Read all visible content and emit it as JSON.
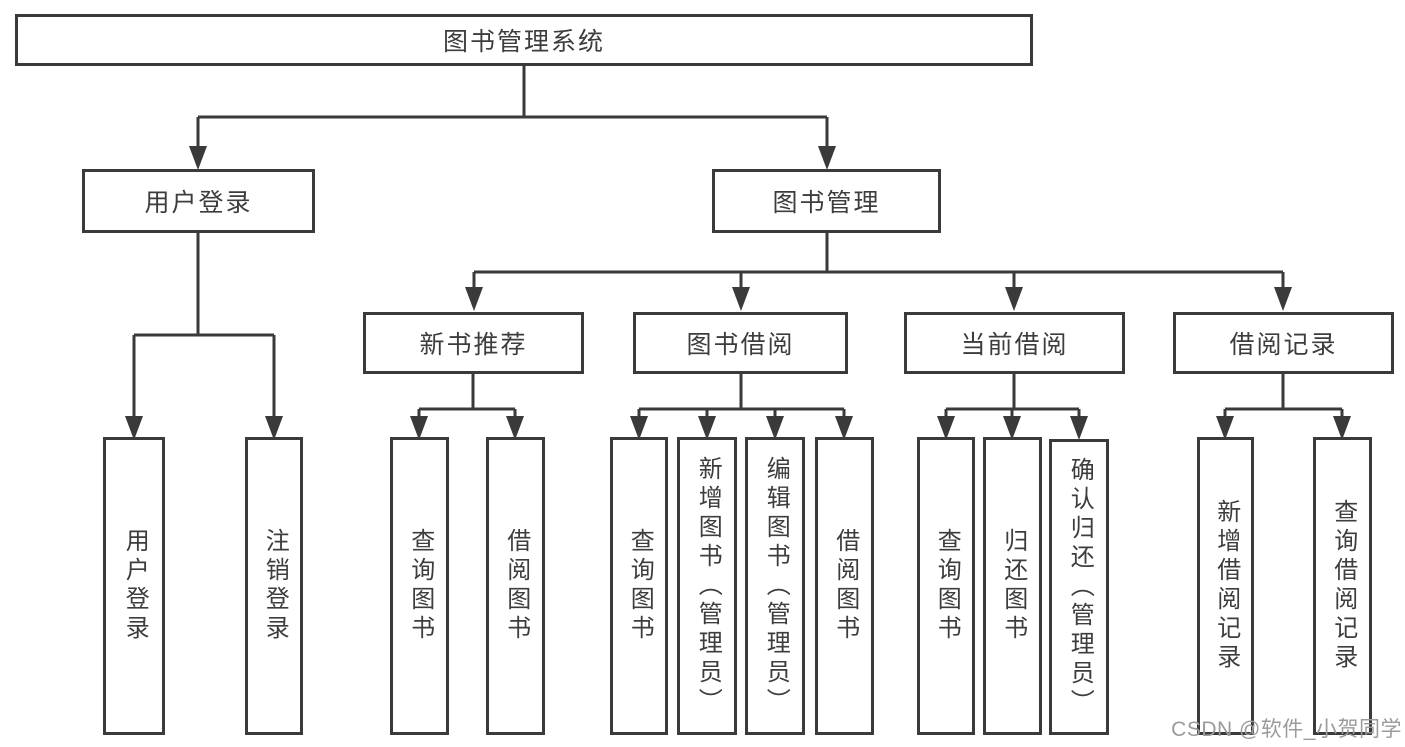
{
  "tree": {
    "label": "图书管理系统",
    "children": [
      {
        "label": "用户登录",
        "children": [
          {
            "label": "用户登录"
          },
          {
            "label": "注销登录"
          }
        ]
      },
      {
        "label": "图书管理",
        "children": [
          {
            "label": "新书推荐",
            "children": [
              {
                "label": "查询图书"
              },
              {
                "label": "借阅图书"
              }
            ]
          },
          {
            "label": "图书借阅",
            "children": [
              {
                "label": "查询图书"
              },
              {
                "label": "新增图书（管理员）"
              },
              {
                "label": "编辑图书（管理员）"
              },
              {
                "label": "借阅图书"
              }
            ]
          },
          {
            "label": "当前借阅",
            "children": [
              {
                "label": "查询图书"
              },
              {
                "label": "归还图书"
              },
              {
                "label": "确认归还（管理员）"
              }
            ]
          },
          {
            "label": "借阅记录",
            "children": [
              {
                "label": "新增借阅记录"
              },
              {
                "label": "查询借阅记录"
              }
            ]
          }
        ]
      }
    ]
  },
  "watermark": "CSDN @软件_小贺同学",
  "colors": {
    "line": "#3a3a3a",
    "box_border": "#3a3a3a",
    "text": "#3d3d3d",
    "watermark": "#9b9b9b",
    "background": "#ffffff"
  }
}
